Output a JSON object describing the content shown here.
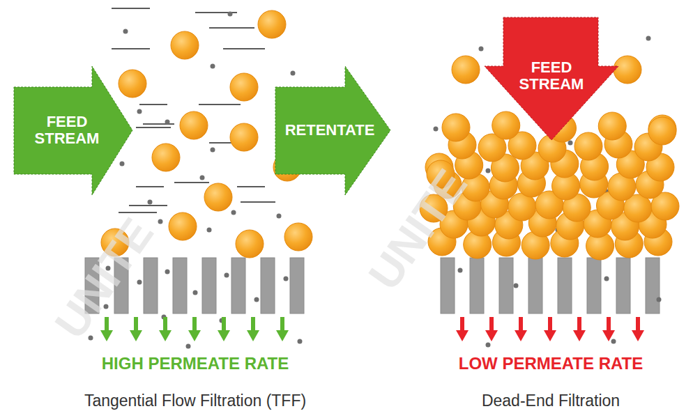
{
  "diagram": {
    "nodes": [
      {
        "text": [
          "FEED STREAM"
        ]
      },
      {
        "text": [
          "RETENTATE"
        ]
      },
      {
        "text": [
          "FEED STREAM"
        ]
      }
    ],
    "labels": [
      "HIGH PERMEATE RATE",
      "Tangential Flow Filtration (TFF)",
      "LOW PERMEATE RATE",
      "Dead-End Filtration",
      "UNITE",
      "UNITE"
    ]
  }
}
